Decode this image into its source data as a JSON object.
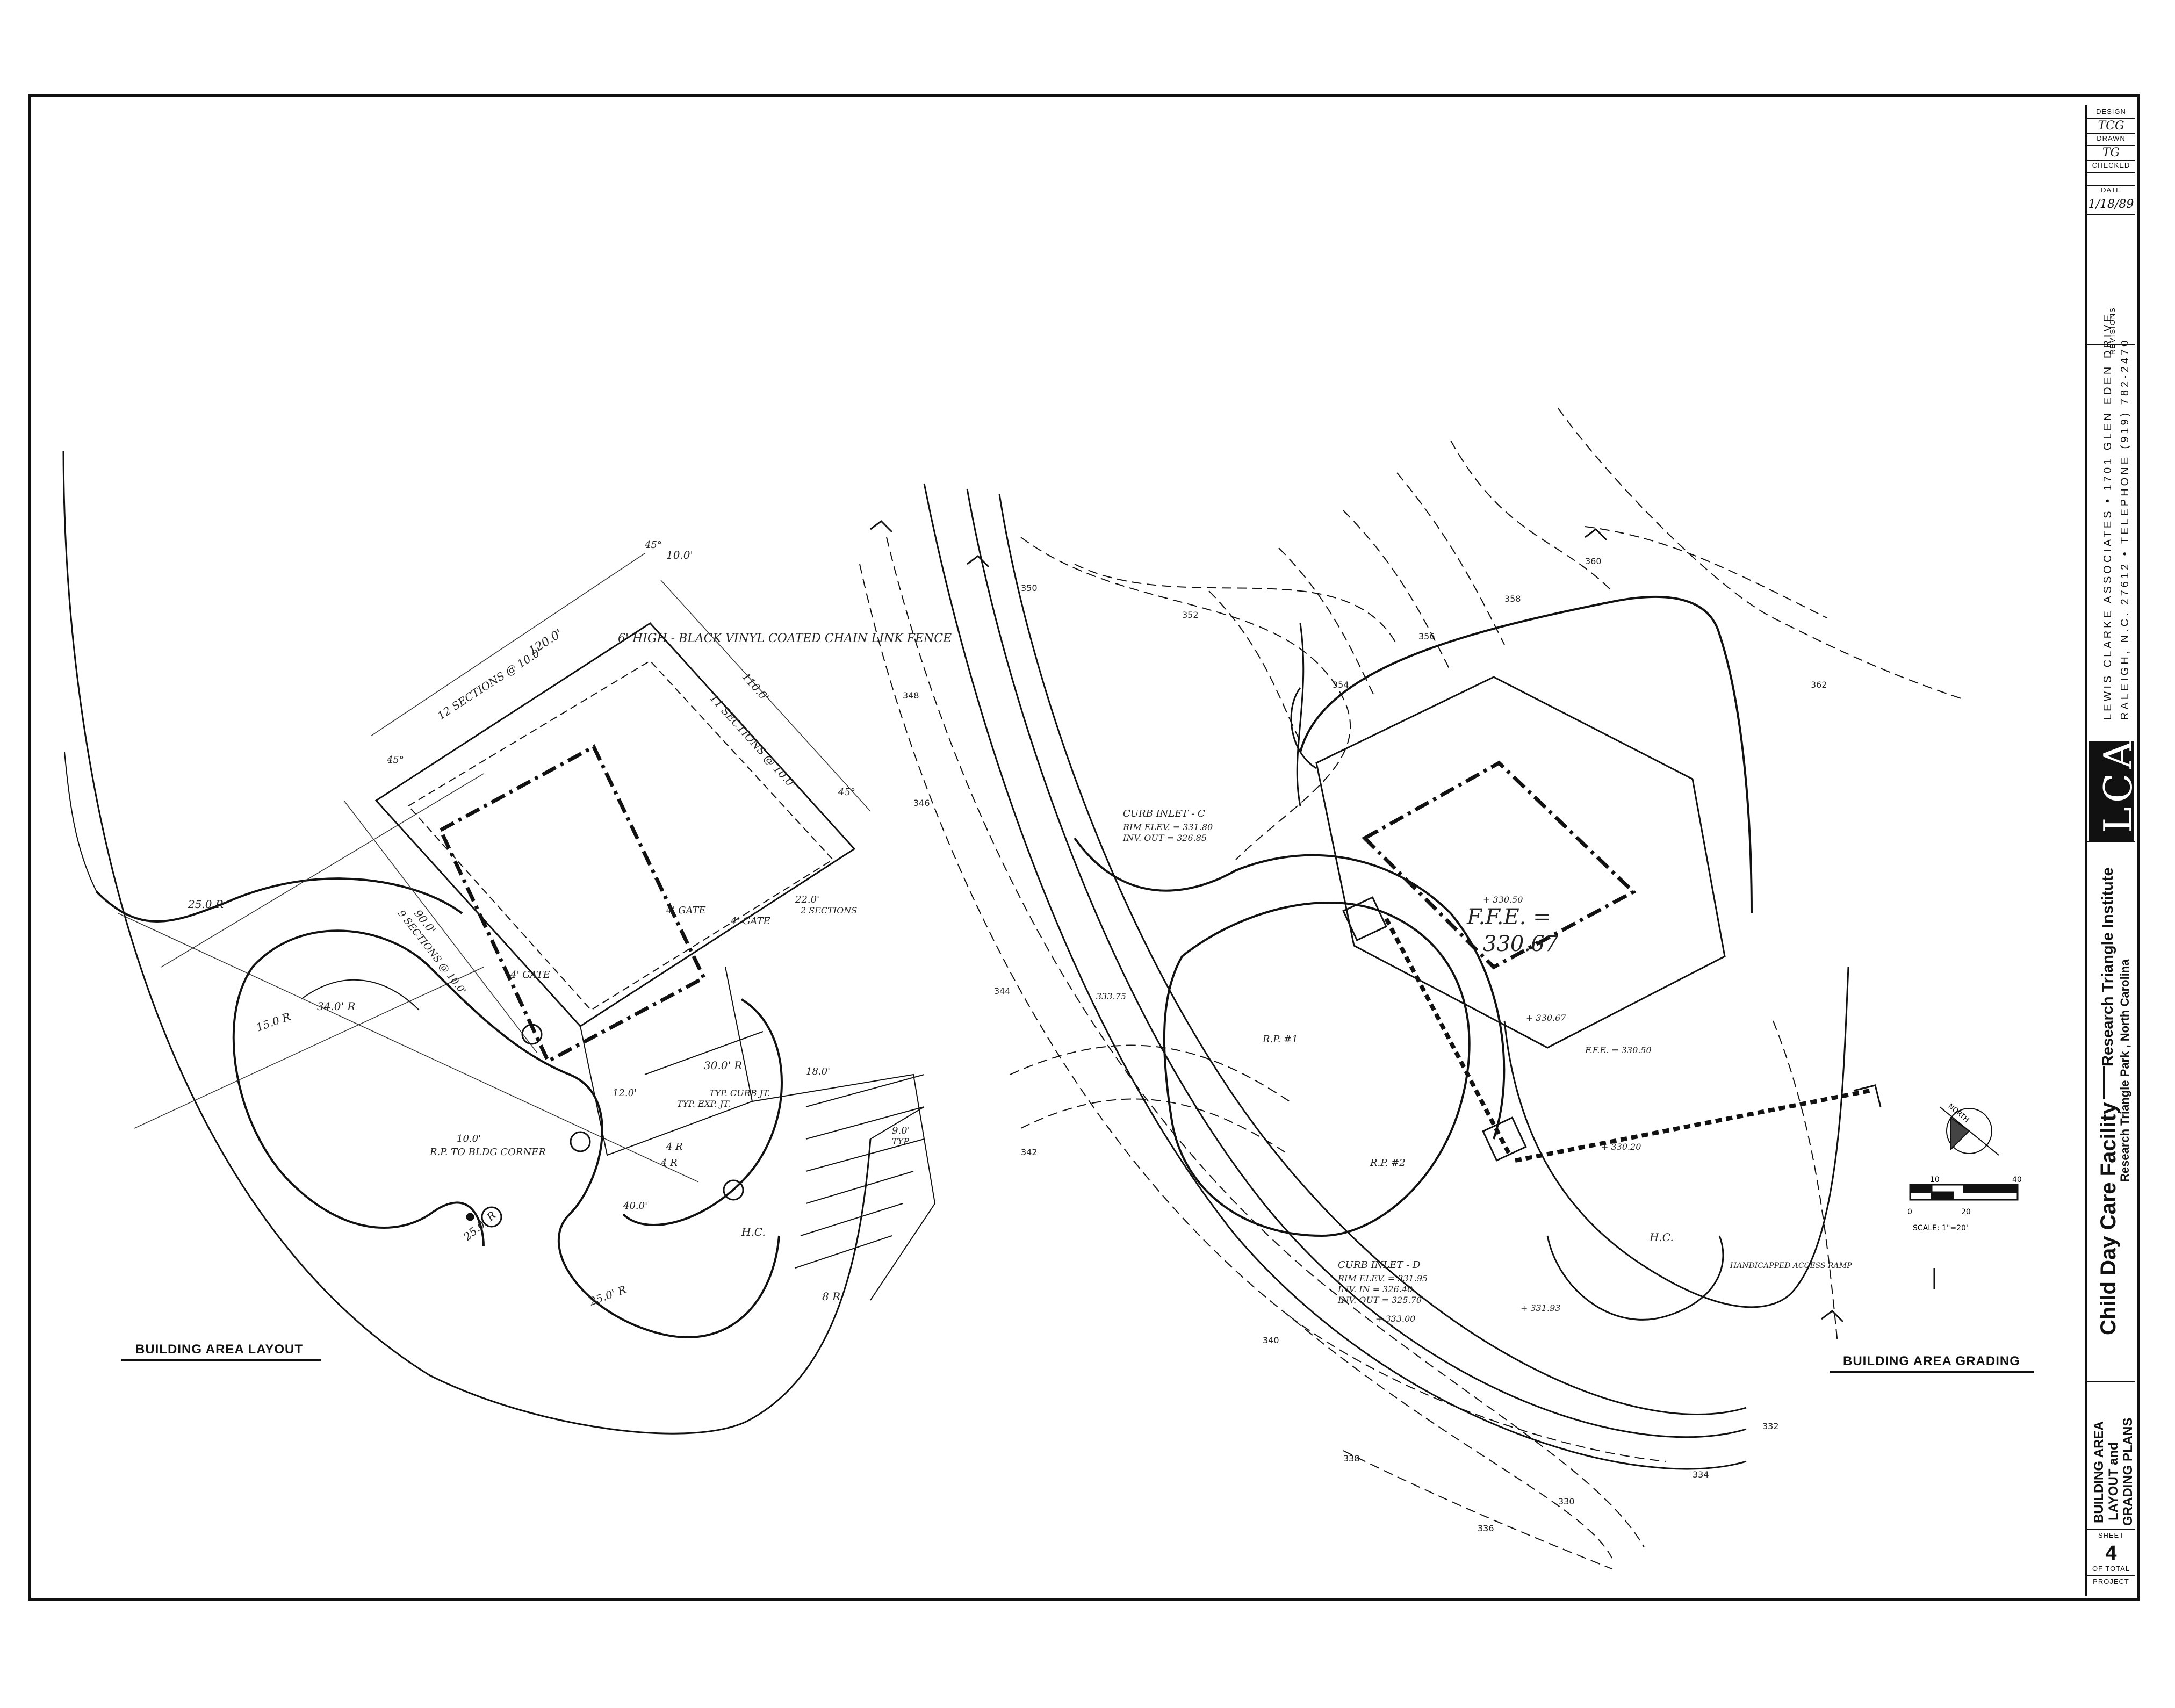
{
  "title_block": {
    "design_label": "DESIGN",
    "design_value": "TCG",
    "drawn_label": "DRAWN",
    "drawn_value": "TG",
    "checked_label": "CHECKED",
    "date_label": "DATE",
    "date_value": "1/18/89",
    "revisions_label": "REVISIONS",
    "firm_address": "LEWIS CLARKE ASSOCIATES • 1701 GLEN EDEN DRIVE",
    "firm_city": "RALEIGH, N.C. 27612 • TELEPHONE (919) 782-2470",
    "logo": "LCA",
    "project_title": "Child Day Care Facility",
    "client": "Research Triangle Institute",
    "location": "Research Triangle Park , North Carolina",
    "sheet_title_1": "BUILDING AREA",
    "sheet_title_2": "LAYOUT and",
    "sheet_title_3": "GRADING PLANS",
    "sheet_label": "SHEET",
    "sheet_number": "4",
    "of_total_label": "OF TOTAL",
    "project_label": "PROJECT"
  },
  "layout_plan": {
    "title": "BUILDING AREA LAYOUT",
    "notes": {
      "fence": "6' HIGH - BLACK VINYL COATED CHAIN LINK FENCE",
      "dim_top": "120.0'",
      "dim_sections": "12 SECTIONS @ 10.0'",
      "dim_right": "110.0'",
      "dim_right_sections": "11 SECTIONS @ 10.0'",
      "dim_10": "10.0'",
      "dim_left": "90.0'",
      "dim_left_sections": "9 SECTIONS @ 10.0'",
      "gate_1": "4' GATE",
      "gate_2": "4' GATE",
      "gate_3": "4' GATE",
      "dim_22": "22.0'",
      "dim_2sections": "2 SECTIONS",
      "angle_1": "45°",
      "angle_2": "45°",
      "angle_3": "45°",
      "radius_1": "25.0 R",
      "radius_2": "34.0' R",
      "radius_3": "15.0 R",
      "radius_4": "25.0' R",
      "radius_5": "25.0' R",
      "radius_6": "30.0' R",
      "radius_7": "8 R",
      "radius_8": "4 R",
      "radius_9": "4 R",
      "dim_12": "12.0'",
      "dim_40": "40.0'",
      "rp_note": "R.P. TO BLDG CORNER",
      "rp_dim": "10.0'",
      "typ_1": "TYP. CURB JT.",
      "typ_2": "TYP. EXP. JT.",
      "dim_18": "18.0'",
      "dim_9": "9.0'",
      "dim_typ": "TYP",
      "hc": "H.C."
    }
  },
  "grading_plan": {
    "title": "BUILDING AREA GRADING",
    "ffe_label": "F.F.E. =",
    "ffe_value": "330.67",
    "ffe_small": "F.F.E. = 330.50",
    "inlet_c": "CURB INLET - C",
    "inlet_c_rim": "RIM ELEV. = 331.80",
    "inlet_c_inv": "INV. OUT = 326.85",
    "inlet_d": "CURB INLET - D",
    "inlet_d_rim": "RIM ELEV. = 331.95",
    "inlet_d_inv_in": "INV. IN = 326.40",
    "inlet_d_inv_out": "INV. OUT = 325.70",
    "spot_1": "+ 331.93",
    "spot_2": "+ 333.00",
    "spot_3": "+ 330.20",
    "spot_4": "+ 330.50",
    "spot_5": "+ 330.67",
    "spot_6": "333.75",
    "rp1": "R.P. #1",
    "rp2": "R.P. #2",
    "hc": "H.C.",
    "ramp_note": "HANDICAPPED ACCESS RAMP",
    "contours": [
      "330",
      "332",
      "334",
      "336",
      "338",
      "340",
      "342",
      "344",
      "346",
      "348",
      "350",
      "352",
      "354",
      "356",
      "358",
      "360",
      "362"
    ]
  },
  "scale_bar": {
    "labels": [
      "0",
      "10",
      "20",
      "40"
    ],
    "scale_text": "SCALE: 1\"=20'"
  },
  "north_arrow": {
    "label": "NORTH"
  }
}
